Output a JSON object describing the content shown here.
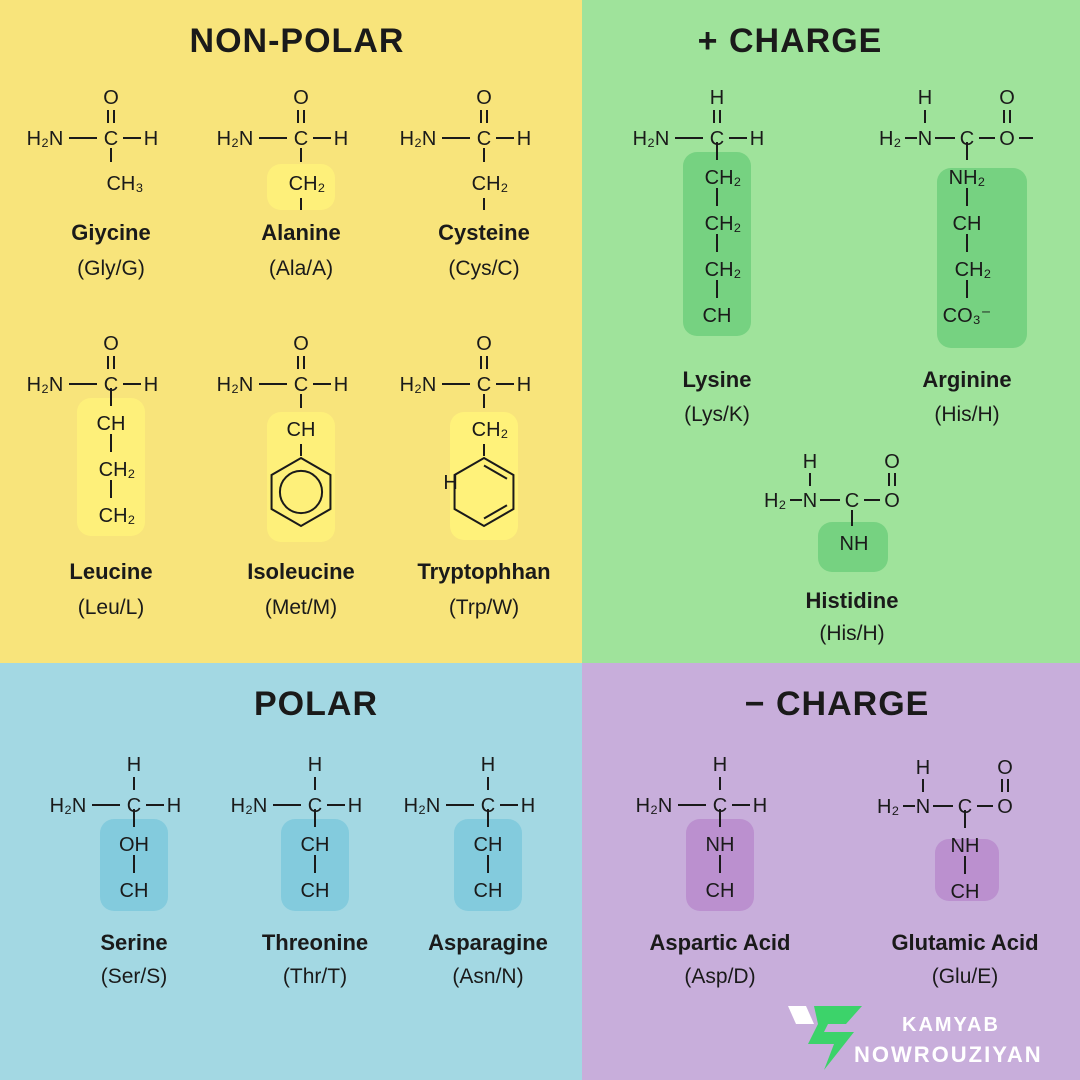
{
  "colors": {
    "nonpolar_bg": "#f8e47b",
    "positive_bg": "#9fe39b",
    "polar_bg": "#a3d8e3",
    "negative_bg": "#c8aedb",
    "nonpolar_hl": "#fff27a",
    "positive_hl": "#6fcf7c",
    "polar_hl": "#7ec9dc",
    "negative_hl": "#b98bcc",
    "logo_green": "#3cd36a"
  },
  "sections": {
    "nonpolar": {
      "title": "NON-POLAR"
    },
    "positive": {
      "title": "+ CHARGE"
    },
    "polar": {
      "title": "POLAR"
    },
    "negative": {
      "title": "− CHARGE"
    }
  },
  "chem": {
    "h": "H",
    "o": "O",
    "c": "C",
    "h2n": "H₂N",
    "h2": "H₂",
    "n": "N",
    "ch": "CH",
    "ch2": "CH₂",
    "ch3": "CH₃",
    "nh": "NH",
    "nh2": "NH₂",
    "oh": "OH",
    "co3": "CO₃⁻",
    "dash": "—",
    "dbl": "="
  },
  "amino_acids": {
    "glycine": {
      "name": "Giycine",
      "abbr": "(Gly/G)"
    },
    "alanine": {
      "name": "Alanine",
      "abbr": "(Ala/A)"
    },
    "cysteine": {
      "name": "Cysteine",
      "abbr": "(Cys/C)"
    },
    "leucine": {
      "name": "Leucine",
      "abbr": "(Leu/L)"
    },
    "isoleucine": {
      "name": "Isoleucine",
      "abbr": "(Met/M)"
    },
    "tryptophan": {
      "name": "Tryptophhan",
      "abbr": "(Trp/W)"
    },
    "lysine": {
      "name": "Lysine",
      "abbr": "(Lys/K)"
    },
    "arginine": {
      "name": "Arginine",
      "abbr": "(His/H)"
    },
    "histidine": {
      "name": "Histidine",
      "abbr": "(His/H)"
    },
    "serine": {
      "name": "Serine",
      "abbr": "(Ser/S)"
    },
    "threonine": {
      "name": "Threonine",
      "abbr": "(Thr/T)"
    },
    "asparagine": {
      "name": "Asparagine",
      "abbr": "(Asn/N)"
    },
    "aspartic": {
      "name": "Aspartic Acid",
      "abbr": "(Asp/D)"
    },
    "glutamic": {
      "name": "Glutamic Acid",
      "abbr": "(Glu/E)"
    }
  },
  "logo": {
    "line1": "KAMYAB",
    "line2": "NOWROUZIYAN",
    "icon": "lightning-s-logo-icon"
  }
}
